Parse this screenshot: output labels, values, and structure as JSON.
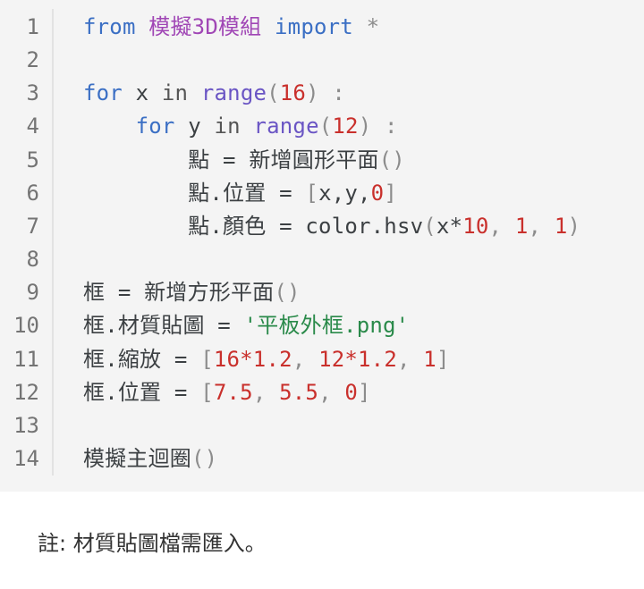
{
  "code": {
    "language": "python",
    "lines": [
      {
        "n": "1",
        "indent": "",
        "tokens": [
          {
            "t": "from",
            "c": "kw"
          },
          {
            "t": " "
          },
          {
            "t": "模擬3D模組",
            "c": "mod"
          },
          {
            "t": " "
          },
          {
            "t": "import",
            "c": "kw"
          },
          {
            "t": " "
          },
          {
            "t": "*",
            "c": "pn"
          }
        ]
      },
      {
        "n": "2",
        "indent": "",
        "tokens": []
      },
      {
        "n": "3",
        "indent": "",
        "tokens": [
          {
            "t": "for",
            "c": "kw"
          },
          {
            "t": " x "
          },
          {
            "t": "in",
            "c": "op"
          },
          {
            "t": " "
          },
          {
            "t": "range",
            "c": "fn"
          },
          {
            "t": "(",
            "c": "pn"
          },
          {
            "t": "16",
            "c": "num"
          },
          {
            "t": ")",
            "c": "pn"
          },
          {
            "t": " "
          },
          {
            "t": ":",
            "c": "pn"
          }
        ]
      },
      {
        "n": "4",
        "indent": "    ",
        "tokens": [
          {
            "t": "for",
            "c": "kw"
          },
          {
            "t": " y "
          },
          {
            "t": "in",
            "c": "op"
          },
          {
            "t": " "
          },
          {
            "t": "range",
            "c": "fn"
          },
          {
            "t": "(",
            "c": "pn"
          },
          {
            "t": "12",
            "c": "num"
          },
          {
            "t": ")",
            "c": "pn"
          },
          {
            "t": " "
          },
          {
            "t": ":",
            "c": "pn"
          }
        ]
      },
      {
        "n": "5",
        "indent": "        ",
        "tokens": [
          {
            "t": "點 = 新增圓形平面"
          },
          {
            "t": "()",
            "c": "pn"
          }
        ]
      },
      {
        "n": "6",
        "indent": "        ",
        "tokens": [
          {
            "t": "點.位置 = "
          },
          {
            "t": "[",
            "c": "pn"
          },
          {
            "t": "x,y,"
          },
          {
            "t": "0",
            "c": "num"
          },
          {
            "t": "]",
            "c": "pn"
          }
        ]
      },
      {
        "n": "7",
        "indent": "        ",
        "tokens": [
          {
            "t": "點.顏色 = color.hsv"
          },
          {
            "t": "(",
            "c": "pn"
          },
          {
            "t": "x*"
          },
          {
            "t": "10",
            "c": "num"
          },
          {
            "t": ", ",
            "c": "pn"
          },
          {
            "t": "1",
            "c": "num"
          },
          {
            "t": ", ",
            "c": "pn"
          },
          {
            "t": "1",
            "c": "num"
          },
          {
            "t": ")",
            "c": "pn"
          }
        ]
      },
      {
        "n": "8",
        "indent": "",
        "tokens": []
      },
      {
        "n": "9",
        "indent": "",
        "tokens": [
          {
            "t": "框 = 新增方形平面"
          },
          {
            "t": "()",
            "c": "pn"
          }
        ]
      },
      {
        "n": "10",
        "indent": "",
        "tokens": [
          {
            "t": "框.材質貼圖 = "
          },
          {
            "t": "'平板外框.png'",
            "c": "str"
          }
        ]
      },
      {
        "n": "11",
        "indent": "",
        "tokens": [
          {
            "t": "框.縮放 = "
          },
          {
            "t": "[",
            "c": "pn"
          },
          {
            "t": "16*1.2",
            "c": "num"
          },
          {
            "t": ", ",
            "c": "pn"
          },
          {
            "t": "12*1.2",
            "c": "num"
          },
          {
            "t": ", ",
            "c": "pn"
          },
          {
            "t": "1",
            "c": "num"
          },
          {
            "t": "]",
            "c": "pn"
          }
        ]
      },
      {
        "n": "12",
        "indent": "",
        "tokens": [
          {
            "t": "框.位置 = "
          },
          {
            "t": "[",
            "c": "pn"
          },
          {
            "t": "7.5",
            "c": "num"
          },
          {
            "t": ", ",
            "c": "pn"
          },
          {
            "t": "5.5",
            "c": "num"
          },
          {
            "t": ", ",
            "c": "pn"
          },
          {
            "t": "0",
            "c": "num"
          },
          {
            "t": "]",
            "c": "pn"
          }
        ]
      },
      {
        "n": "13",
        "indent": "",
        "tokens": []
      },
      {
        "n": "14",
        "indent": "",
        "tokens": [
          {
            "t": "模擬主迴圈"
          },
          {
            "t": "()",
            "c": "pn"
          }
        ]
      }
    ]
  },
  "note": {
    "text": "註: 材質貼圖檔需匯入。"
  },
  "colors": {
    "code_background": "#f4f4f4",
    "keyword": "#3b6fc4",
    "module": "#a046b5",
    "builtin": "#6a55c4",
    "number": "#c9302c",
    "string": "#2a8a4a",
    "line_number": "#747474"
  }
}
